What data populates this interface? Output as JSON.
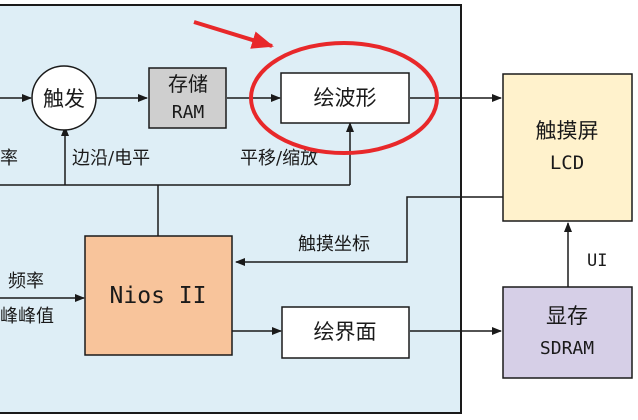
{
  "diagram": {
    "nodes": {
      "trigger": "触发",
      "storage_line1": "存储",
      "storage_line2": "RAM",
      "draw_waveform": "绘波形",
      "touchscreen_line1": "触摸屏",
      "touchscreen_line2": "LCD",
      "nios": "Nios II",
      "draw_ui": "绘界面",
      "vram_line1": "显存",
      "vram_line2": "SDRAM"
    },
    "labels": {
      "rate_partial": "率",
      "edge_level": "边沿/电平",
      "pan_zoom": "平移/缩放",
      "touch_coords": "触摸坐标",
      "frequency": "频率",
      "peak_to_peak": "峰峰值",
      "ui": "UI"
    },
    "colors": {
      "panel_fill": "#deeef6",
      "storage_fill": "#cfcfcf",
      "nios_fill": "#f8c49b",
      "lcd_fill": "#fff2cc",
      "sdram_fill": "#d6cfe7",
      "highlight_ellipse": "#e8282a",
      "line": "#1a1a1a"
    }
  }
}
